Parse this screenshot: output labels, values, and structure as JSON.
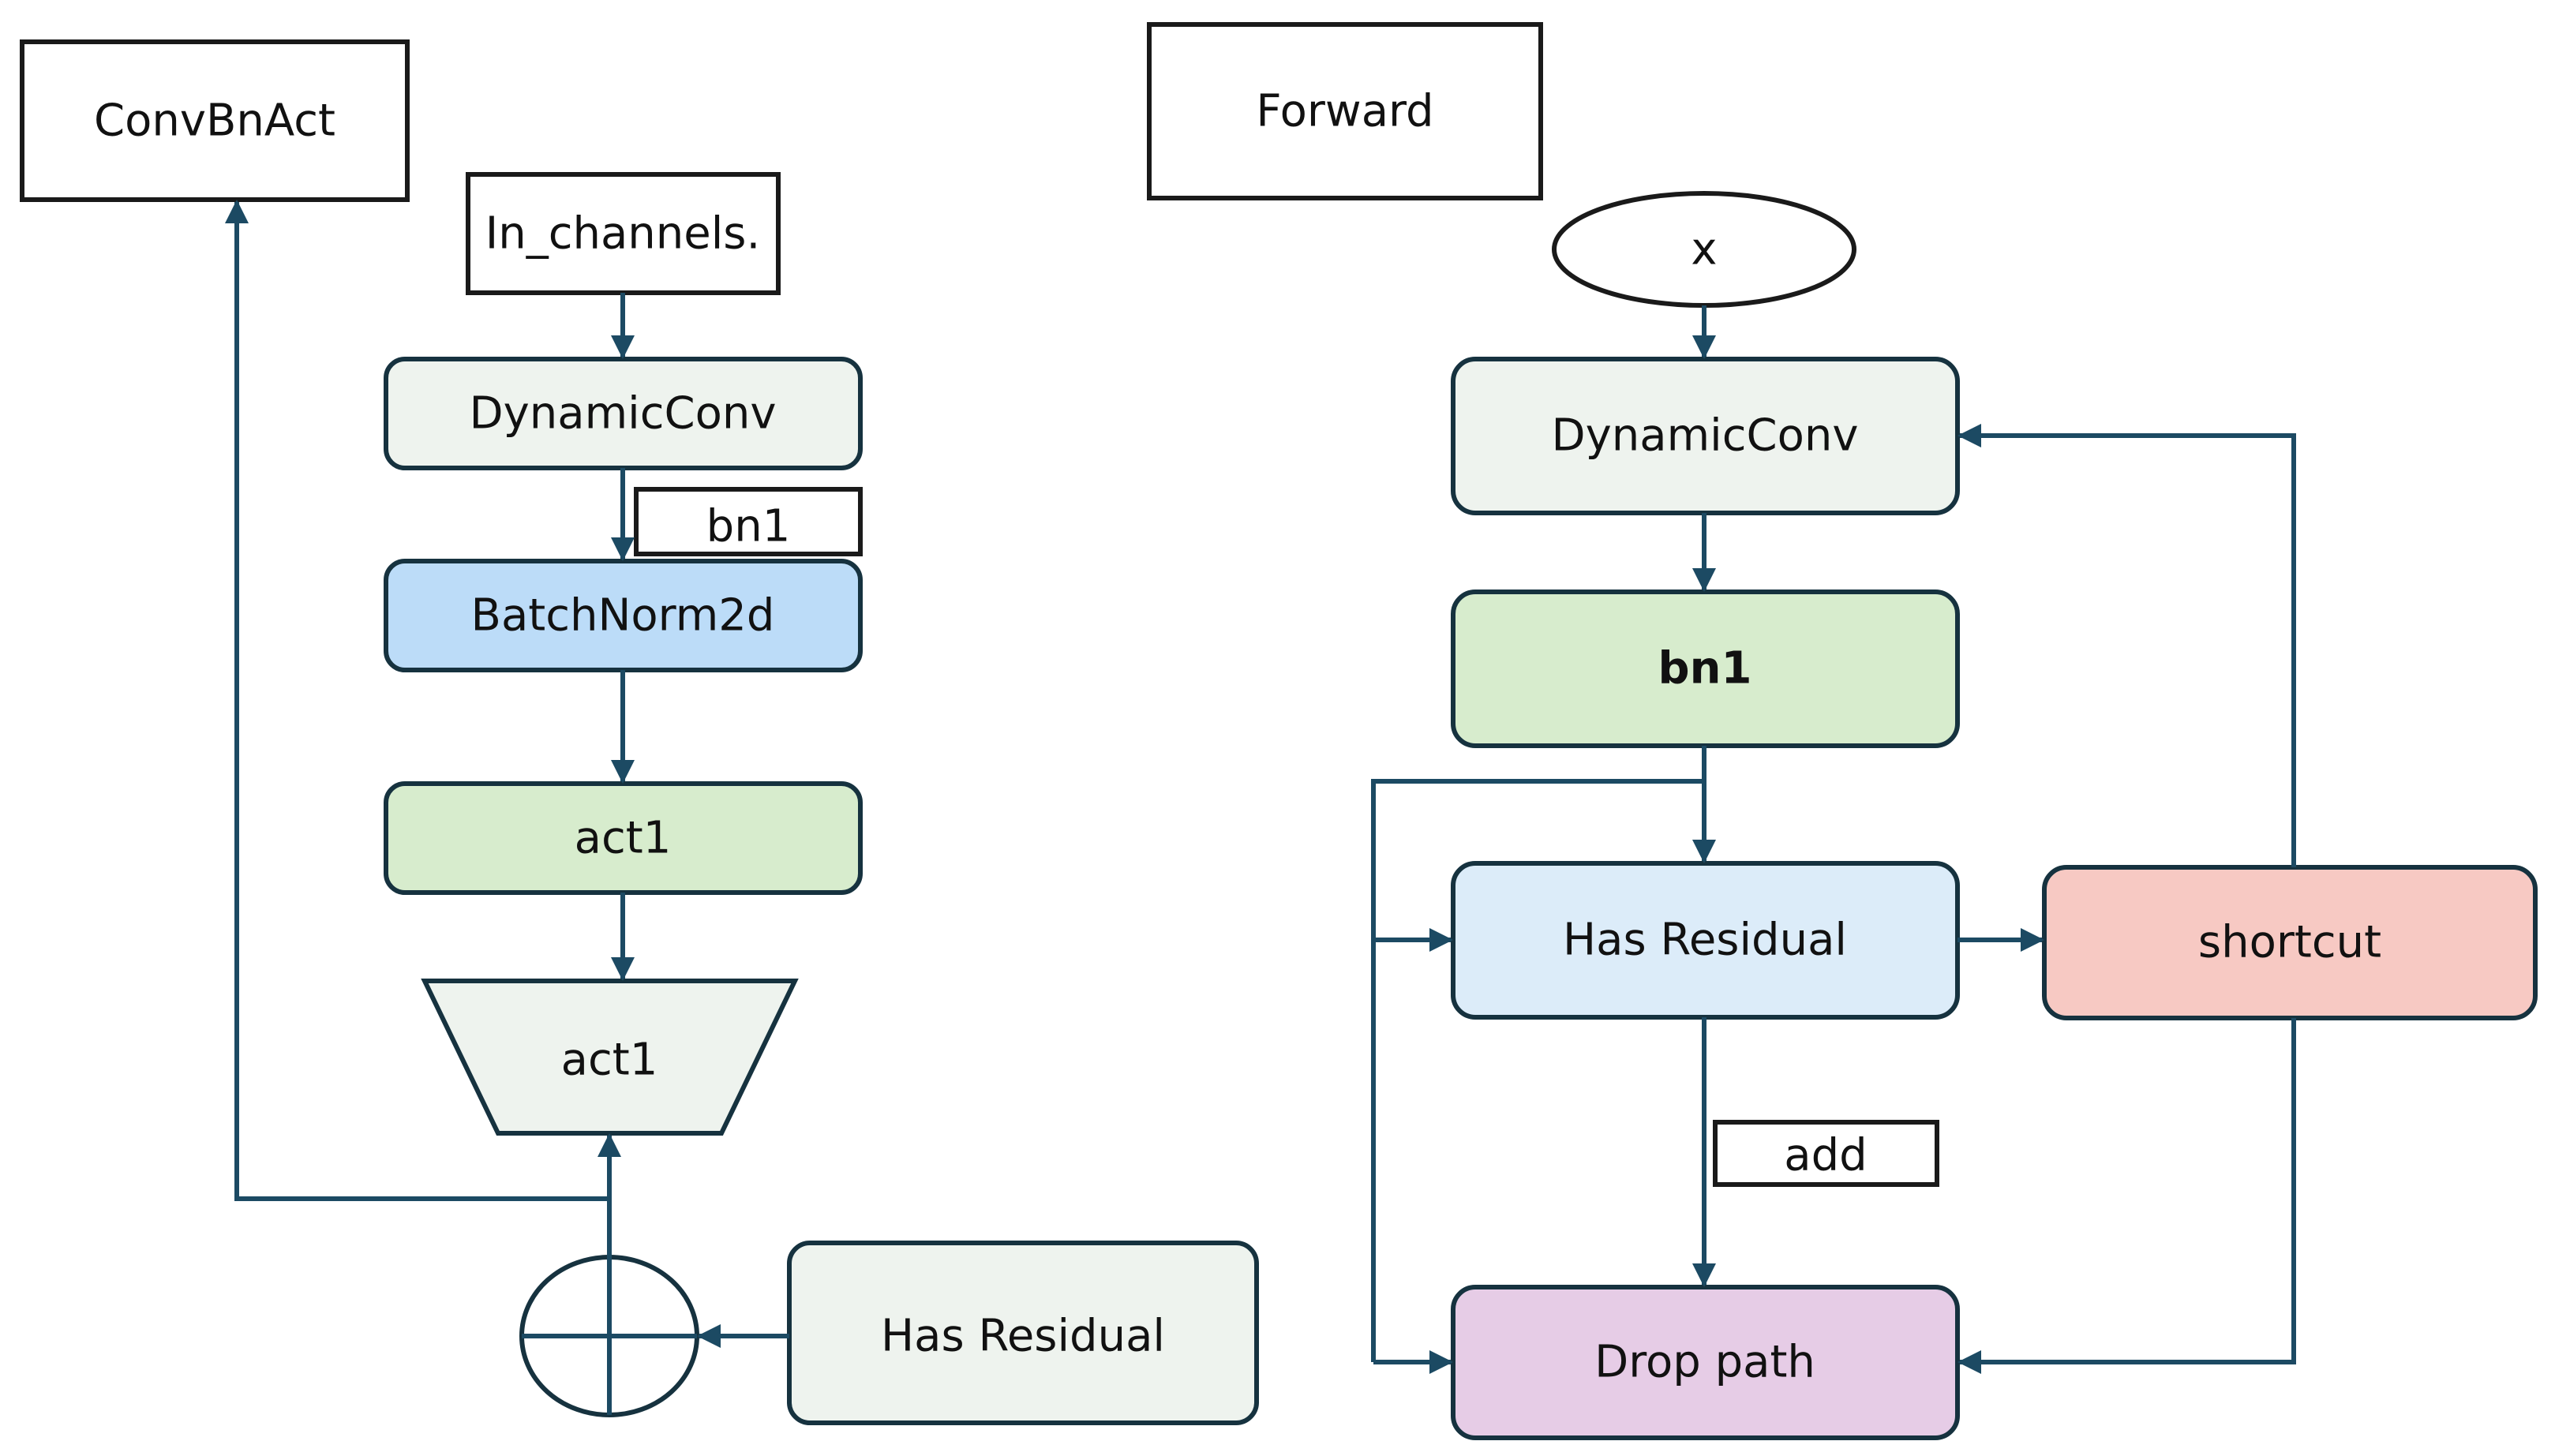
{
  "colors": {
    "line": "#1c4a63",
    "node_border": "#16323f",
    "neutral_fill": "#eef3ee",
    "blue_fill": "#bcdcf8",
    "light_blue_fill": "#dcecf9",
    "green_fill": "#d7eccd",
    "red_fill": "#f7c9c3",
    "purple_fill": "#e6cce6"
  },
  "left": {
    "title": "ConvBnAct",
    "input": "In_channels.",
    "dynamic_conv": "DynamicConv",
    "bn_tag": "bn1",
    "batchnorm": "BatchNorm2d",
    "act_box": "act1",
    "act_trapezoid": "act1",
    "has_residual": "Has Residual",
    "sum_node": "circle-plus-icon"
  },
  "right": {
    "title": "Forward",
    "input": "x",
    "dynamic_conv": "DynamicConv",
    "bn1": "bn1",
    "has_residual": "Has Residual",
    "shortcut": "shortcut",
    "add_tag": "add",
    "drop_path": "Drop path"
  }
}
